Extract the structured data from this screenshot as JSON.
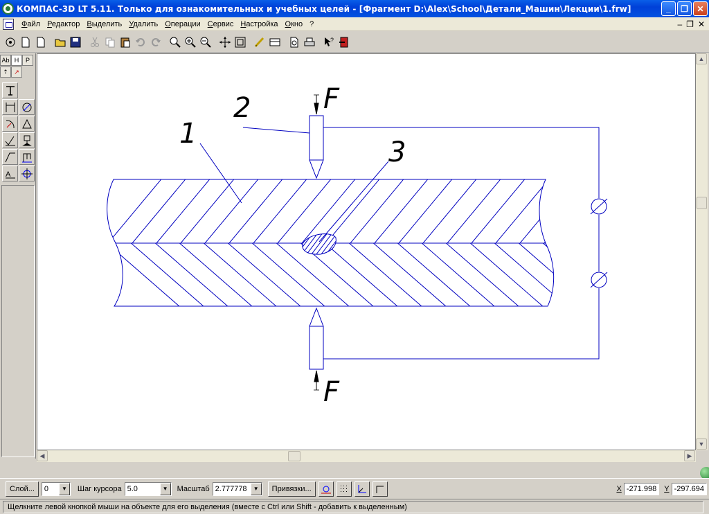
{
  "window": {
    "title": "КОМПАС-3D LT 5.11. Только для ознакомительных и учебных целей - [Фрагмент D:\\Alex\\School\\Детали_Машин\\Лекции\\1.frw]"
  },
  "menu": {
    "items": [
      "Файл",
      "Редактор",
      "Выделить",
      "Удалить",
      "Операции",
      "Сервис",
      "Настройка",
      "Окно",
      "?"
    ]
  },
  "toolbar": {
    "icons": [
      "properties-icon",
      "new-icon",
      "new-fragment-icon",
      "open-icon",
      "save-icon",
      "cut-icon",
      "copy-icon",
      "paste-icon",
      "undo-icon",
      "redo-icon",
      "zoom-window-icon",
      "zoom-in-icon",
      "zoom-out-icon",
      "pan-icon",
      "zoom-all-icon",
      "redraw-icon",
      "grid-icon",
      "print-preview-icon",
      "print-icon",
      "help-pointer-icon",
      "exit-icon"
    ]
  },
  "left_toolbar": {
    "tabs": [
      "Ab",
      "H",
      "P"
    ]
  },
  "drawing": {
    "labels": {
      "part1": "1",
      "part2": "2",
      "part3": "3",
      "force_top": "F",
      "force_bottom": "F"
    },
    "colors": {
      "line": "#0000c0",
      "text": "#000000"
    }
  },
  "statusbar": {
    "layer_button": "Слой...",
    "layer_value": "0",
    "step_label": "Шаг курсора",
    "step_value": "5.0",
    "scale_label": "Масштаб",
    "scale_value": "2.777778",
    "snap_button": "Привязки...",
    "x_label": "X",
    "x_value": "-271.998",
    "y_label": "Y",
    "y_value": "-297.694"
  },
  "hint": {
    "text": "Щелкните левой кнопкой мыши на объекте для его выделения (вместе с Ctrl или Shift - добавить к выделенным)"
  }
}
